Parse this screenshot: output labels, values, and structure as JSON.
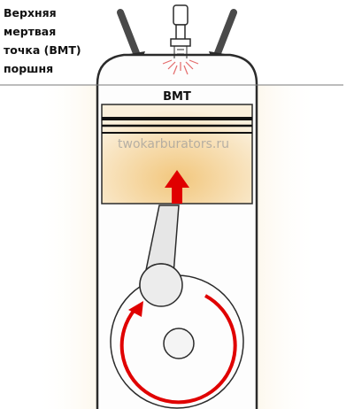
{
  "caption": {
    "lines": [
      "Верхняя",
      "мертвая",
      "точка (ВМТ)",
      "поршня"
    ]
  },
  "piston_label": "ВМТ",
  "watermark": "twokarburators.ru",
  "colors": {
    "outline": "#2b2b2b",
    "cylinder_fill": "#fdfdfd",
    "glow": "#f2c77d",
    "piston_fill": "#f6dfb4",
    "arrow": "#e00000",
    "rod_fill": "#e6e6e6"
  }
}
